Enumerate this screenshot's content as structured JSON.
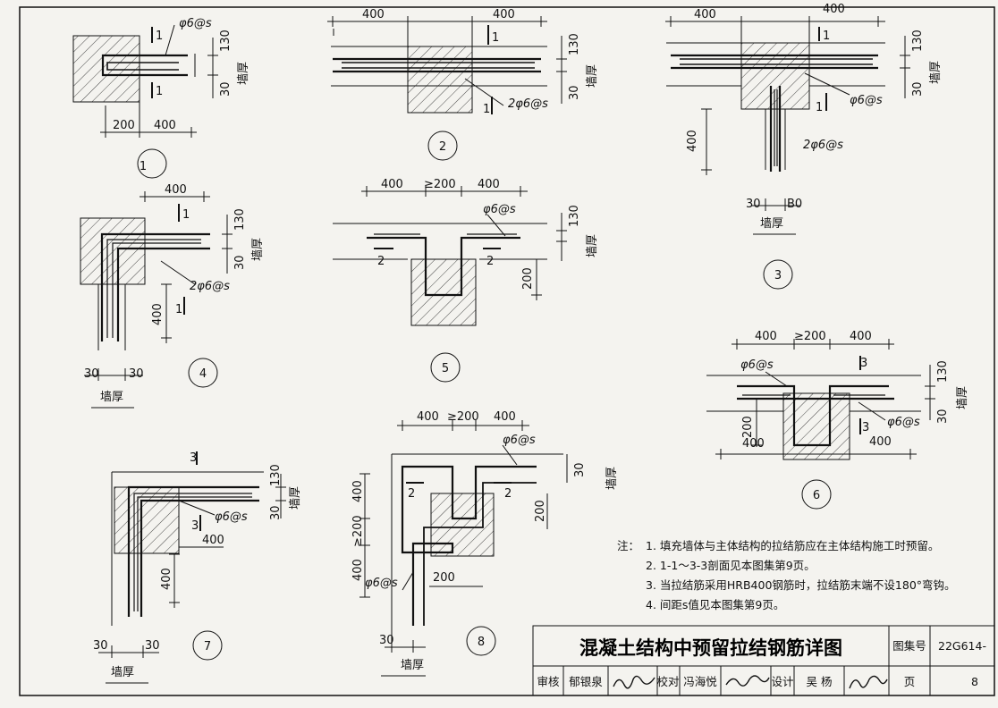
{
  "dims": {
    "d400": "400",
    "d200": "200",
    "d30": "30",
    "d130": "130",
    "ge200": "≥200",
    "ge400_200": "400  ≥200  400",
    "b30": "B0"
  },
  "labels": {
    "bar_s": "φ6@s",
    "bar_2s": "2φ6@s",
    "sec1": "1",
    "sec2": "2",
    "sec3": "3",
    "wall_thickness": "墙厚"
  },
  "detail_numbers": [
    "1",
    "2",
    "3",
    "4",
    "5",
    "6",
    "7",
    "8"
  ],
  "notes": {
    "prefix": "注：",
    "items": [
      "1.  填充墙体与主体结构的拉结筋应在主体结构施工时预留。",
      "2.  1-1～3-3剖面见本图集第9页。",
      "3.  当拉结筋采用HRB400钢筋时，拉结筋末端不设180°弯钩。",
      "4.  间距s值见本图集第9页。"
    ]
  },
  "title_block": {
    "title": "混凝土结构中预留拉结钢筋详图",
    "atlas_label": "图集号",
    "atlas_no": "22G614-",
    "review_label": "审核",
    "reviewer": "郁银泉",
    "check_label": "校对",
    "checker": "冯海悦",
    "design_label": "设计",
    "designer": "吴 杨",
    "page_label": "页",
    "page_no": "8"
  }
}
